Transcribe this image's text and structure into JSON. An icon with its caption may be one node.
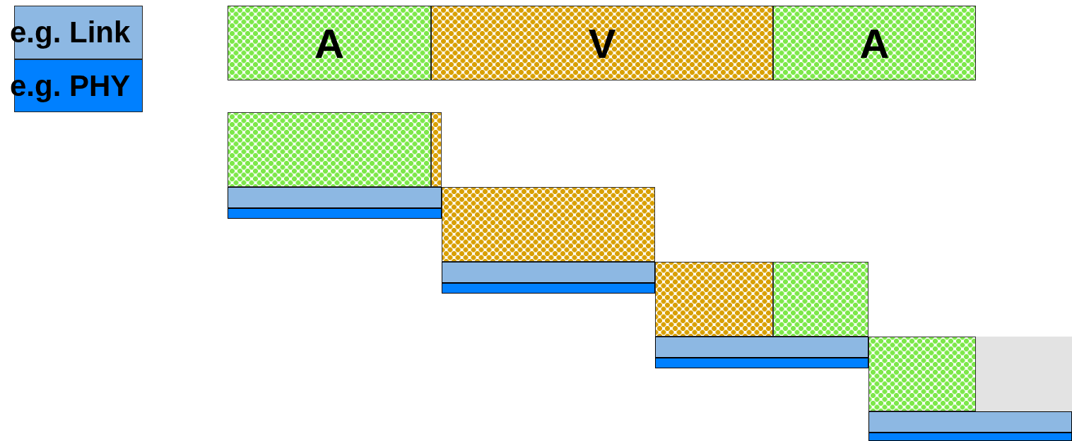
{
  "diagram": {
    "nodes": [
      {
        "text": [
          "A"
        ]
      },
      {
        "text": [
          "V"
        ]
      },
      {
        "text": [
          "A"
        ]
      },
      {
        "text": [],
        "shape": "box"
      },
      {
        "text": [],
        "shape": "box"
      },
      {
        "text": [],
        "shape": "bar"
      },
      {
        "text": [],
        "shape": "bar"
      },
      {
        "text": [],
        "shape": "box"
      },
      {
        "text": [],
        "shape": "bar"
      },
      {
        "text": [],
        "shape": "bar"
      },
      {
        "text": [],
        "shape": "box"
      },
      {
        "text": [],
        "shape": "box"
      },
      {
        "text": [],
        "shape": "bar"
      },
      {
        "text": [],
        "shape": "bar"
      },
      {
        "text": [],
        "shape": "box"
      },
      {
        "text": [],
        "shape": "box"
      },
      {
        "text": [],
        "shape": "bar"
      },
      {
        "text": [],
        "shape": "bar"
      }
    ],
    "legend": [
      {
        "text": "e.g. Link",
        "color": "#8db8e3"
      },
      {
        "text": "e.g. PHY",
        "color": "#0080ff"
      }
    ]
  }
}
